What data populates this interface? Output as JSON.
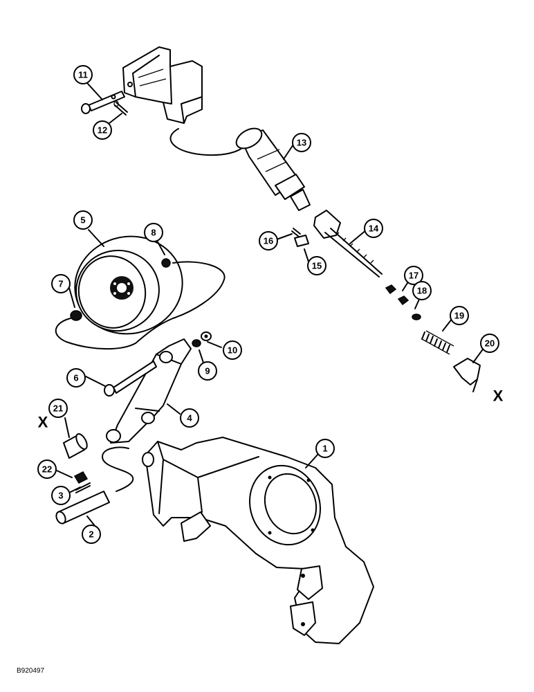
{
  "callouts": [
    {
      "id": "c1",
      "label": "1"
    },
    {
      "id": "c2",
      "label": "2"
    },
    {
      "id": "c3",
      "label": "3"
    },
    {
      "id": "c4",
      "label": "4"
    },
    {
      "id": "c5",
      "label": "5"
    },
    {
      "id": "c6",
      "label": "6"
    },
    {
      "id": "c7",
      "label": "7"
    },
    {
      "id": "c8",
      "label": "8"
    },
    {
      "id": "c9",
      "label": "9"
    },
    {
      "id": "c10",
      "label": "10"
    },
    {
      "id": "c11",
      "label": "11"
    },
    {
      "id": "c12",
      "label": "12"
    },
    {
      "id": "c13",
      "label": "13"
    },
    {
      "id": "c14",
      "label": "14"
    },
    {
      "id": "c15",
      "label": "15"
    },
    {
      "id": "c16",
      "label": "16"
    },
    {
      "id": "c17",
      "label": "17"
    },
    {
      "id": "c18",
      "label": "18"
    },
    {
      "id": "c19",
      "label": "19"
    },
    {
      "id": "c20",
      "label": "20"
    },
    {
      "id": "c21",
      "label": "21"
    },
    {
      "id": "c22",
      "label": "22"
    }
  ],
  "connection_marks": {
    "left": "X",
    "right": "X"
  },
  "figure_code": "B920497"
}
